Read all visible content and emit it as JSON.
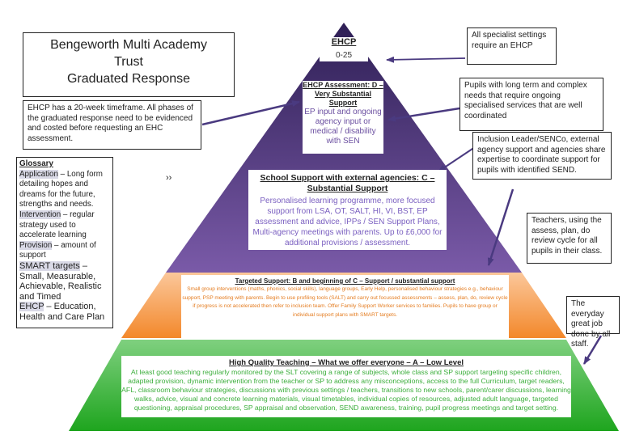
{
  "title": {
    "line1": "Bengeworth Multi Academy",
    "line2": "Trust",
    "line3": "Graduated Response"
  },
  "apex": {
    "title": "EHCP",
    "subtitle": "0-25"
  },
  "tier_d": {
    "title": "EHCP Assessment: D – Very Substantial Support",
    "body": "EP input and ongoing agency input or medical / disability with SEN"
  },
  "tier_c": {
    "title": "School Support with external agencies: C – Substantial Support",
    "body": "Personalised learning programme, more focused support from LSA, OT, SALT, HI, VI, BST, EP assessment and advice, IPPs / SEN Support Plans, Multi-agency meetings with parents. Up to £6,000 for additional provisions / assessment."
  },
  "tier_b": {
    "title": "Targeted Support: B and beginning of C – Support / substantial support",
    "body": "Small group interventions (maths, phonics, social skills), language groups, Early Help, personalised behaviour strategies e.g., behaviour support, PSP meeting with parents. Begin to use profiling tools (SALT) and carry out focussed assessments – assess, plan, do, review cycle if progress is not accelerated then refer to inclusion team. Offer Family Support Worker services to families. Pupils to have group or individual support plans with SMART targets."
  },
  "tier_a": {
    "title": "High Quality Teaching – What we offer everyone – A – Low Level",
    "body": "At least good teaching regularly monitored by the SLT covering a range of subjects, whole class and SP support targeting specific children, adapted provision, dynamic intervention from the teacher or SP to address any misconceptions, access to the full Curriculum, target readers, AFL, classroom behaviour strategies, discussions with previous settings / teachers, transitions to new schools, parent/carer discussions, learning walks, advice, visual and concrete learning materials, visual timetables, individual copies of resources, adjusted adult language, targeted questioning, appraisal procedures, SP appraisal and observation, SEND awareness, training, pupil progress meetings and target setting."
  },
  "notes": {
    "ehcp_timeframe": "EHCP has a 20-week timeframe. All phases of the graduated response need to be evidenced and costed before requesting an EHC assessment.",
    "specialist": "All specialist settings require an EHCP",
    "long_term": "Pupils with long term and complex needs that require ongoing specialised services that are well coordinated",
    "inclusion": "Inclusion Leader/SENCo, external agency support and agencies share expertise to coordinate support for pupils with identified SEND.",
    "teachers": "Teachers, using the assess, plan, do review cycle for all pupils in their class.",
    "everyday": "The everyday great job done by all staff."
  },
  "glossary": {
    "title": "Glossary",
    "application_term": "Application",
    "application_def": " – Long form detailing hopes and dreams for the future, strengths and needs.",
    "intervention_term": "Intervention",
    "intervention_def": " – regular strategy used to accelerate learning",
    "provision_term": "Provision",
    "provision_def": " – amount of support",
    "smart_term": "SMART targets",
    "smart_def": " – Small, Measurable, Achievable, Realistic and Timed",
    "ehcp_term": "EHCP",
    "ehcp_def": " – Education, Health and Care Plan"
  },
  "stray_mark": "››",
  "colors": {
    "tier_a": "#2db52d",
    "tier_b": "#f39a45",
    "tier_c": "#7f5fa8",
    "tier_d": "#4a3775",
    "arrow": "#4a3a80"
  }
}
